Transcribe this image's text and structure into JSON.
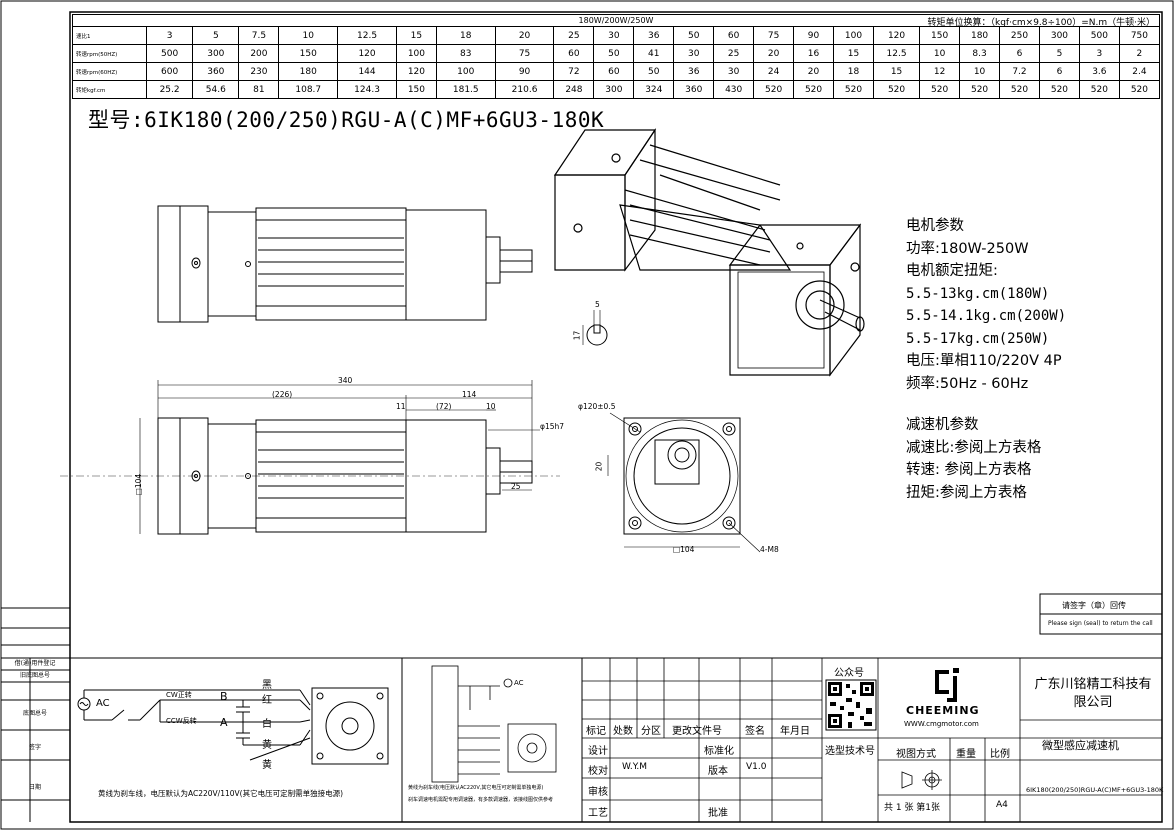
{
  "table": {
    "title": "180W/200W/250W",
    "unit_note": "转矩单位换算：（kgf·cm×9.8÷100）=N.m（牛顿·米）",
    "rows": [
      {
        "label": "速比1",
        "values": [
          "3",
          "5",
          "7.5",
          "10",
          "12.5",
          "15",
          "18",
          "20",
          "25",
          "30",
          "36",
          "50",
          "60",
          "75",
          "90",
          "100",
          "120",
          "150",
          "180",
          "250",
          "300",
          "500",
          "750"
        ]
      },
      {
        "label": "转速rpm(50HZ)",
        "values": [
          "500",
          "300",
          "200",
          "150",
          "120",
          "100",
          "83",
          "75",
          "60",
          "50",
          "41",
          "30",
          "25",
          "20",
          "16",
          "15",
          "12.5",
          "10",
          "8.3",
          "6",
          "5",
          "3",
          "2"
        ]
      },
      {
        "label": "转速rpm(60HZ)",
        "values": [
          "600",
          "360",
          "230",
          "180",
          "144",
          "120",
          "100",
          "90",
          "72",
          "60",
          "50",
          "36",
          "30",
          "24",
          "20",
          "18",
          "15",
          "12",
          "10",
          "7.2",
          "6",
          "3.6",
          "2.4"
        ]
      },
      {
        "label": "转矩kgf.cm",
        "values": [
          "25.2",
          "54.6",
          "81",
          "108.7",
          "124.3",
          "150",
          "181.5",
          "210.6",
          "248",
          "300",
          "324",
          "360",
          "430",
          "520",
          "520",
          "520",
          "520",
          "520",
          "520",
          "520",
          "520",
          "520",
          "520"
        ]
      }
    ]
  },
  "model": "型号:6IK180(200/250)RGU-A(C)MF+6GU3-180K",
  "motor_params": {
    "heading": "电机参数",
    "power": "功率:180W-250W",
    "torque_heading": "电机额定扭矩:",
    "torque_1": "5.5-13kg.cm(180W)",
    "torque_2": "5.5-14.1kg.cm(200W)",
    "torque_3": "5.5-17kg.cm(250W)",
    "voltage": "电压:單相110/220V 4P",
    "frequency": "频率:50Hz - 60Hz"
  },
  "gear_params": {
    "heading": "减速机参数",
    "ratio": "减速比:参阅上方表格",
    "speed": "转速: 参阅上方表格",
    "torque": "扭矩:参阅上方表格"
  },
  "dimensions": {
    "total": "340",
    "motor": "(226)",
    "gear": "114",
    "d11": "11",
    "d72": "(72)",
    "d10": "10",
    "shaft": "φ15h7",
    "d25": "25",
    "sq104": "□104",
    "pcd": "φ120±0.5",
    "d20": "20",
    "holes": "4-M8",
    "sq104b": "□104",
    "key5": "5",
    "key17": "17"
  },
  "wiring": {
    "ac": "AC",
    "cw": "CW正转",
    "ccw": "CCW反转",
    "b": "B",
    "a": "A",
    "c_black": "黑",
    "c_red": "红",
    "c_white": "白",
    "c_yellow1": "黄",
    "c_yellow2": "黄",
    "note": "黄线为刹车线，电压默认为AC220V/110V(其它电压可定制需单独接电源)",
    "small_ac": "AC",
    "small_note1": "黄线为刹车线(电压默认AC220V,其它电压可定制需单独电源)",
    "small_note2": "刹车调速电机需配专用调速器，有多款调速器，该接线图仅供参考"
  },
  "side_labels": [
    "借(通)用件登记",
    "旧底图总号",
    "底图总号",
    "签字",
    "日期"
  ],
  "stamp": {
    "line1": "请签字（章）回传",
    "line2": "Please sign (seal) to return the call"
  },
  "title_block": {
    "wechat": "公众号",
    "logo": "CHEEMING",
    "website": "WWW.cmgmotor.com",
    "select_code": "选型技术号",
    "company": "广东川铭精工科技有限公司",
    "product": "微型感应减速机",
    "view": "视图方式",
    "weight": "重量",
    "scale": "比例",
    "sheet": "共 1 张 第1张",
    "paper": "A4",
    "drawing_no": "6IK180(200/250)RGU-A(C)MF+6GU3-180K",
    "marker": "标记",
    "count": "处数",
    "zone": "分区",
    "change_doc": "更改文件号",
    "sign": "签名",
    "date": "年月日",
    "design": "设计",
    "standard": "标准化",
    "check": "校对",
    "checker": "W.Y.M",
    "version": "版本",
    "version_val": "V1.0",
    "review": "审核",
    "process": "工艺",
    "approve": "批准"
  }
}
